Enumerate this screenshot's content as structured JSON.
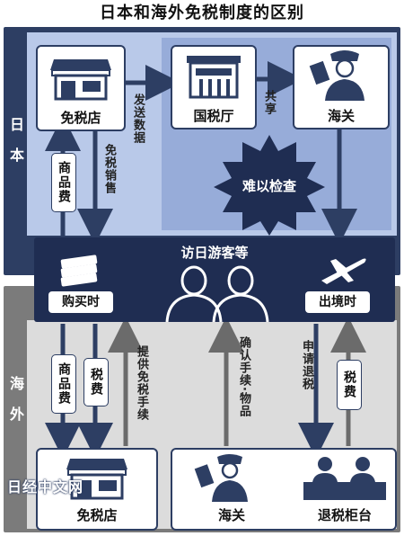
{
  "title": "日本和海外免税制度的区别",
  "regions": {
    "japan": "日本",
    "overseas": "海外"
  },
  "japan": {
    "shop_label": "免税店",
    "tax_office_label": "国税厅",
    "customs_label": "海关",
    "send_data": "发送数据",
    "share": "共享",
    "goods_fee": "商品费",
    "tax_free_sale": "免税销售",
    "hard_to_check": "难以检查"
  },
  "tourist": {
    "title": "访日游客等",
    "at_purchase": "购买时",
    "at_departure": "出境时"
  },
  "overseas": {
    "goods_fee": "商品费",
    "tax": "税费",
    "provide_procedure": "提供免税手续",
    "confirm_procedure": "确认手续·物品",
    "apply_refund": "申请退税",
    "tax_refund": "税费",
    "shop_label": "免税店",
    "customs_label": "海关",
    "refund_counter_label": "退税柜台"
  },
  "watermark": "日经中文网",
  "colors": {
    "navy": "#1f2d52",
    "panel": "#2d3e63",
    "light_blue": "#b9c9e9",
    "mid_blue": "#97acd9",
    "gray": "#7b7b7b"
  }
}
